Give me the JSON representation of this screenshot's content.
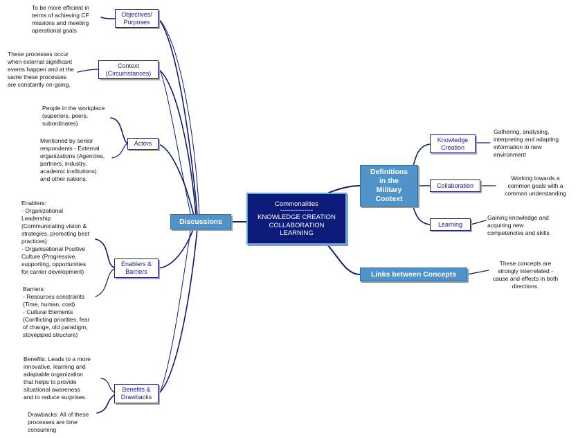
{
  "center": {
    "heading": "Commonalities",
    "divider": "---------------",
    "lines": [
      "KNOWLEDGE CREATION",
      "COLLABORATION",
      "LEARNING"
    ]
  },
  "discussions": {
    "label": "Discussions"
  },
  "definitions": {
    "label": "Definitions\nin the\nMilitary\nContext"
  },
  "links_concepts": {
    "label": "Links between Concepts"
  },
  "objectives": {
    "label": "Objectives/\nPurposes",
    "note": "To be more efficient in\nterms of achieving CF\nmissions and meeting\noperational goals."
  },
  "context": {
    "label": "Context\n(Circumstances)",
    "note": "These processes occur\nwhen external significant\nevents happen and at the\nsame these processes\nare constantly on-going."
  },
  "actors": {
    "label": "Actors",
    "note1": "People in the workplace\n(superiors, peers,\nsubordinates)",
    "note2": "Mentioned by senior\nrespondents - External\norganizations (Agencies,\npartners, industry,\nacademic institutions)\nand other nations."
  },
  "enablers": {
    "label": "Enablers &\nBarriers",
    "note1": "Enablers:\n- Organizational\nLeadership\n(Communicating vision &\nstrategies, promoting best\npractices)\n- Organisational Positive\nCulture (Progressive,\nsupporting, opportunities\nfor carrier development)",
    "note2": "Barriers:\n- Resources constraints\n(Time, human, cost)\n- Cultural Elements\n(Conflicting priorities, fear\nof change, old paradigm,\nstovepiped structure)"
  },
  "benefits": {
    "label": "Benefits &\nDrawbacks",
    "note1": "Benefits: Leads to a more\ninnovative, learning and\nadaptable organization\nthat helps to provide\nsituational awareness\nand to reduce surprises.",
    "note2": "Drawbacks: All of these\nprocesses are time\nconsuming"
  },
  "knowledge_creation": {
    "label": "Knowledge\nCreation",
    "note": "Gathering, analysing,\ninterpreting and adapting\ninformation to new\nenvironment"
  },
  "collaboration": {
    "label": "Collaboration",
    "note": "Working towards a\ncommon goals with a\ncommon understanding"
  },
  "learning": {
    "label": "Learning",
    "note": "Gaining knowledge and\nacquiring new\ncompetencies and skills"
  },
  "links_note": "These concepts are\nstrongly interrelated -\ncause and effects in both\ndirections.",
  "colors": {
    "line": "#0c1a6e",
    "center_fill": "#0c1a7a",
    "blue_fill": "#4f93c8"
  }
}
